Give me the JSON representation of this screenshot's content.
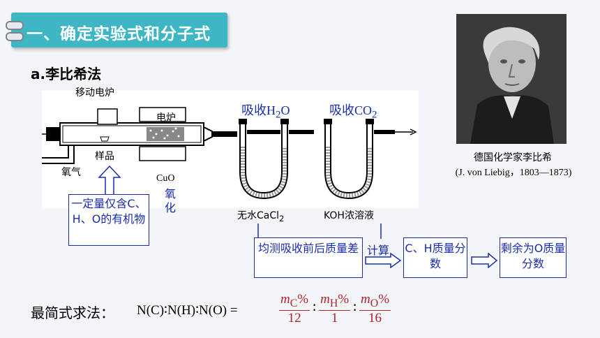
{
  "header": {
    "title": "一、确定实验式和分子式",
    "subtitle": "a.李比希法"
  },
  "apparatus": {
    "furnace_mobile": "移动电炉",
    "furnace": "电炉",
    "sample": "样品",
    "oxygen": "氧气",
    "cuo": "CuO",
    "oxidize": "氧化",
    "absorb_h2o_a": "吸收H",
    "absorb_h2o_sub": "2",
    "absorb_h2o_b": "O",
    "absorb_co2_a": "吸收CO",
    "absorb_co2_sub": "2",
    "cacl2_a": "无水CaCl",
    "cacl2_sub": "2",
    "koh": "KOH浓溶液"
  },
  "flow": {
    "box_sample": "一定量仅含C、H、O的有机物",
    "box_measure": "均测吸收前后质量差",
    "arrow_calc": "计算",
    "box_ch": "C、H质量分数",
    "box_o": "剩余为O质量分数"
  },
  "portrait": {
    "caption_line1": "德国化学家李比希",
    "caption_line2": "(J. von Liebig，1803—1873)"
  },
  "formula": {
    "label": "最简式求法：",
    "lhs": "N(C)∶N(H)∶N(O) =",
    "m": "m",
    "sub_c": "C",
    "sub_h": "H",
    "sub_o": "O",
    "percent": "%",
    "den_c": "12",
    "den_h": "1",
    "den_o": "16",
    "sep": "∶"
  },
  "colors": {
    "title_bar": "#3fb6c3",
    "blue": "#1a2ea8",
    "red": "#b1232a"
  }
}
